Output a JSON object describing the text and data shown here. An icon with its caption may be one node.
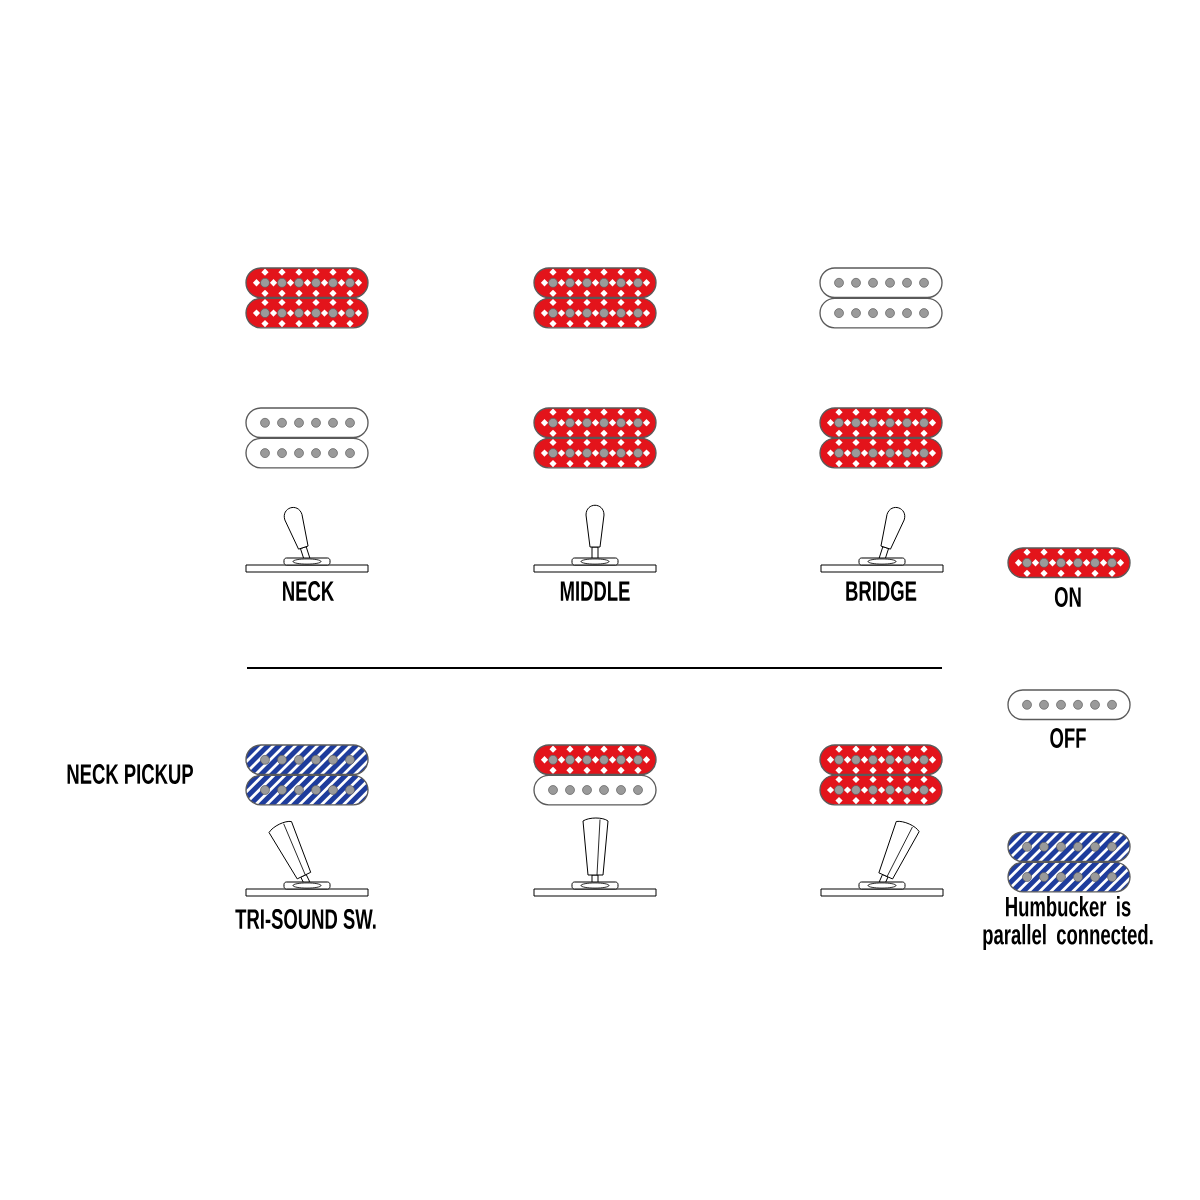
{
  "diagram": {
    "labels": [
      "NECK",
      "MIDDLE",
      "BRIDGE",
      "NECK PICKUP",
      "TRI-SOUND SW."
    ],
    "legend": [
      {
        "text": "ON"
      },
      {
        "text": "OFF"
      },
      {
        "text": "Humbucker is parallel connected."
      }
    ]
  }
}
